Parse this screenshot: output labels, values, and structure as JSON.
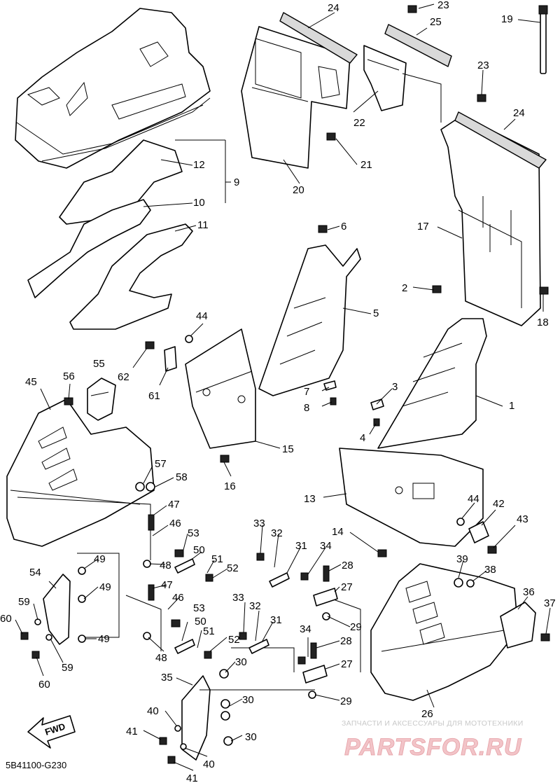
{
  "diagram_code": "5B41100-G230",
  "fwd_label": "FWD",
  "watermark": {
    "tagline": "ЗАПЧАСТИ И АКСЕССУАРЫ ДЛЯ МОТОТЕХНИКИ",
    "logo": "PARTSFOR.RU"
  },
  "callouts": [
    "23",
    "24",
    "25",
    "19",
    "23",
    "22",
    "24",
    "21",
    "20",
    "12",
    "9",
    "10",
    "11",
    "6",
    "17",
    "5",
    "2",
    "18",
    "44",
    "55",
    "62",
    "61",
    "56",
    "45",
    "7",
    "8",
    "3",
    "1",
    "4",
    "15",
    "57",
    "58",
    "16",
    "13",
    "44",
    "42",
    "43",
    "47",
    "46",
    "53",
    "33",
    "32",
    "31",
    "34",
    "14",
    "50",
    "51",
    "52",
    "49",
    "48",
    "39",
    "38",
    "28",
    "27",
    "54",
    "49",
    "47",
    "36",
    "37",
    "59",
    "46",
    "53",
    "33",
    "32",
    "31",
    "60",
    "49",
    "50",
    "51",
    "52",
    "48",
    "29",
    "34",
    "28",
    "59",
    "30",
    "27",
    "60",
    "35",
    "30",
    "29",
    "26",
    "40",
    "41",
    "30",
    "40",
    "41"
  ]
}
